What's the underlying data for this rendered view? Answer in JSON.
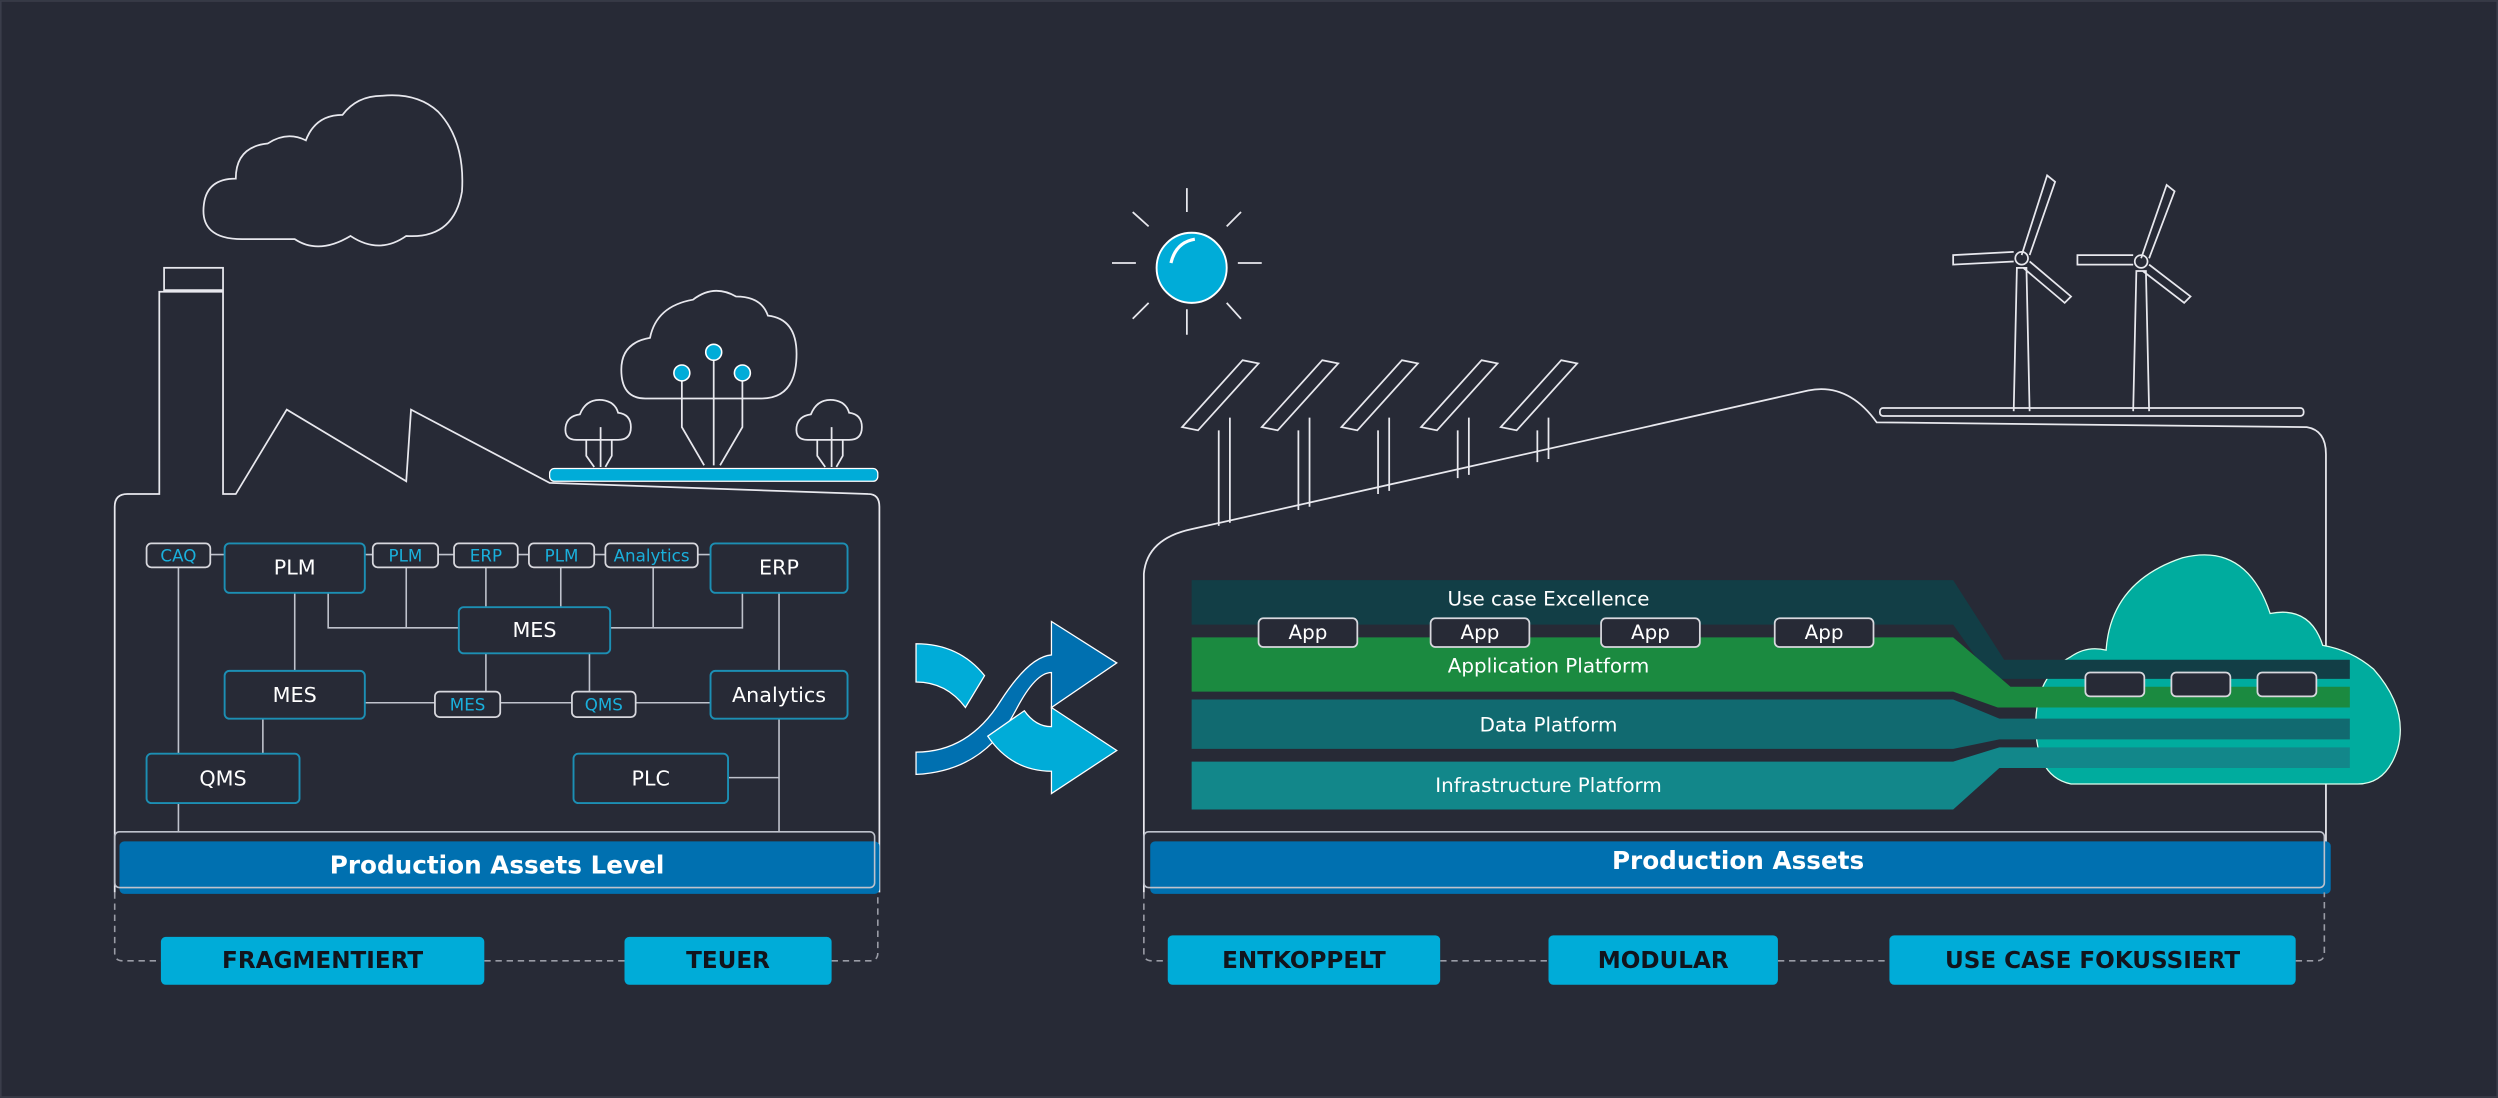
{
  "left": {
    "nodes": {
      "caq": "CAQ",
      "plm_main": "PLM",
      "plm_small_1": "PLM",
      "erp_small": "ERP",
      "plm_small_2": "PLM",
      "analytics_small": "Analytics",
      "erp_main": "ERP",
      "mes_center": "MES",
      "mes_left": "MES",
      "mes_small": "MES",
      "qms_small": "QMS",
      "analytics_main": "Analytics",
      "qms_main": "QMS",
      "plc": "PLC"
    },
    "base_label": "Production Assets Level",
    "badges": [
      "FRAGMENTIERT",
      "TEUER"
    ]
  },
  "right": {
    "layers": {
      "use_case": "Use case Excellence",
      "application": "Application Platform",
      "data": "Data Platform",
      "infrastructure": "Infrastructure Platform"
    },
    "apps": [
      "App",
      "App",
      "App",
      "App"
    ],
    "base_label": "Production Assets",
    "badges": [
      "ENTKOPPELT",
      "MODULAR",
      "USE CASE FOKUSSIERT"
    ]
  },
  "colors": {
    "background": "#272a36",
    "accent_blue": "#0070b0",
    "accent_cyan": "#00acd8",
    "use_case_layer": "#123e46",
    "application_layer": "#1b8a40",
    "data_layer": "#116a70",
    "infrastructure_layer": "#12878a",
    "cloud": "#00ac9e"
  },
  "icons": [
    "factory-icon",
    "smoke-cloud-icon",
    "cloud-network-icon",
    "shuffle-arrows-icon",
    "sun-icon",
    "solar-panel-icon",
    "wind-turbine-icon",
    "cloud-icon"
  ]
}
